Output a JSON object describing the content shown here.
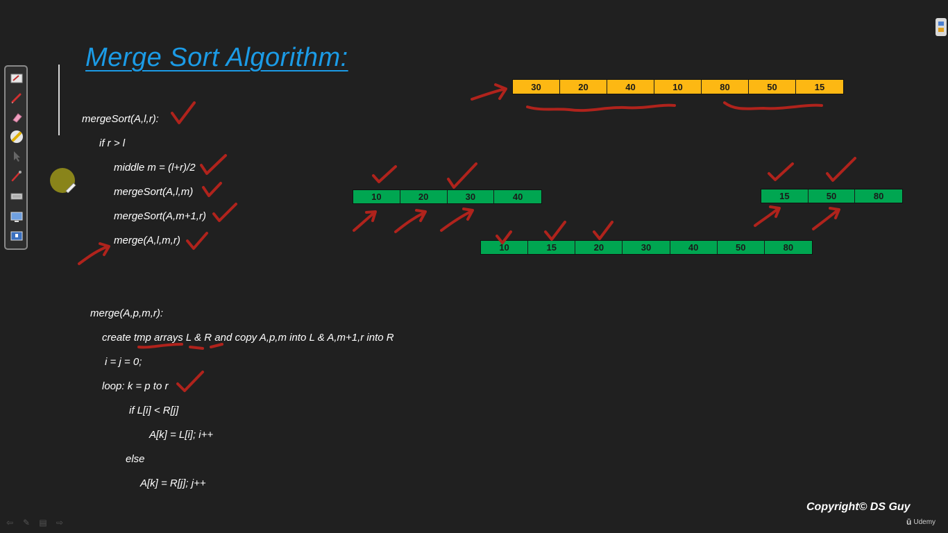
{
  "slide": {
    "title": "Merge Sort Algorithm:",
    "mergesort_code": [
      "mergeSort(A,l,r):",
      "if r > l",
      "middle m = (l+r)/2",
      "mergeSort(A,l,m)",
      "mergeSort(A,m+1,r)",
      "merge(A,l,m,r)"
    ],
    "merge_code": [
      "merge(A,p,m,r):",
      "create tmp arrays L & R and copy A,p,m into L & A,m+1,r into R",
      "i = j = 0;",
      "loop: k = p to r",
      "if L[i] < R[j]",
      "A[k] = L[i]; i++",
      "else",
      "A[k] = R[j]; j++"
    ],
    "arrays": {
      "original": [
        "30",
        "20",
        "40",
        "10",
        "80",
        "50",
        "15"
      ],
      "left_sorted": [
        "10",
        "20",
        "30",
        "40"
      ],
      "right_sorted": [
        "15",
        "50",
        "80"
      ],
      "merged": [
        "10",
        "15",
        "20",
        "30",
        "40",
        "50",
        "80"
      ]
    },
    "copyright": "Copyright© DS Guy",
    "watermark": "Udemy"
  },
  "colors": {
    "title": "#1b9be6",
    "original_array": "#fdb813",
    "sorted_array": "#00a651",
    "ink": "#b0231c",
    "background": "#202020"
  },
  "toolbar": {
    "tools": [
      {
        "name": "whiteboard-icon"
      },
      {
        "name": "pen-icon"
      },
      {
        "name": "eraser-icon"
      },
      {
        "name": "highlighter-icon"
      },
      {
        "name": "pointer-icon"
      },
      {
        "name": "brush-icon"
      },
      {
        "name": "keyboard-icon"
      },
      {
        "name": "screen-icon"
      },
      {
        "name": "desktop-icon"
      }
    ]
  }
}
